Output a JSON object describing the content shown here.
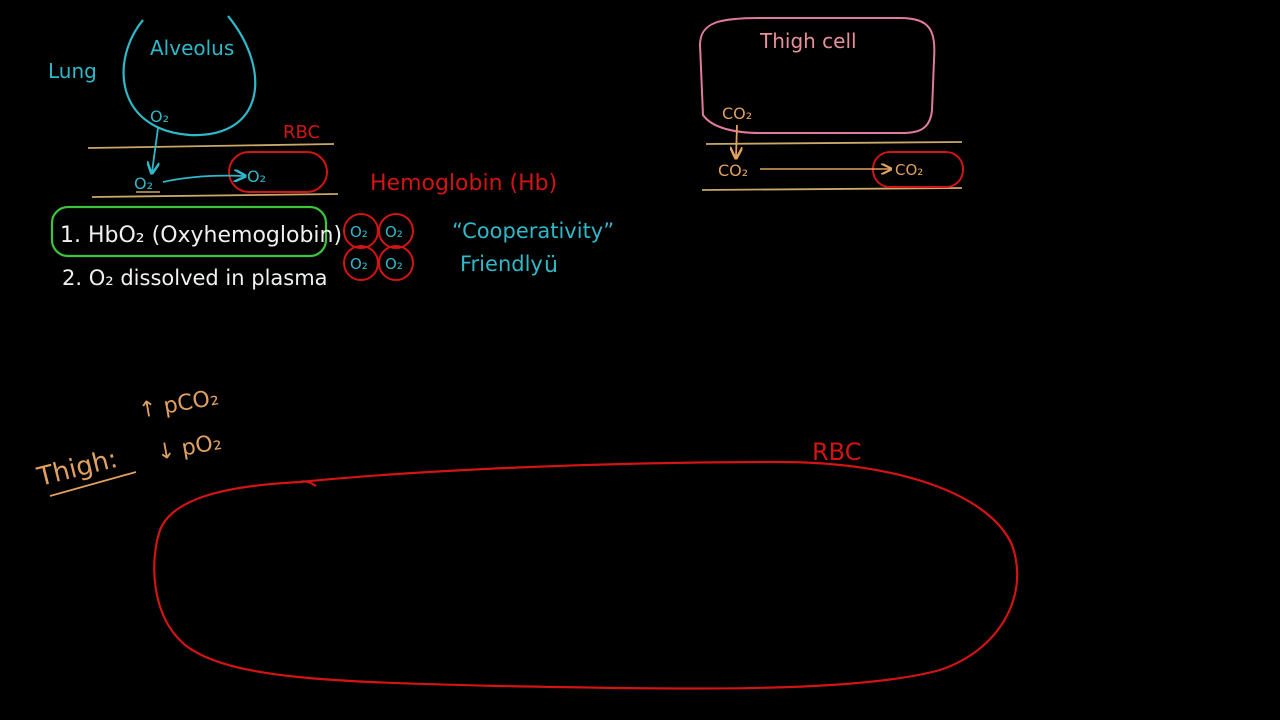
{
  "colors": {
    "background": "#000000",
    "cyan": "#2fb8c8",
    "red": "#d21414",
    "orange": "#e0a060",
    "tan": "#c9a86a",
    "green": "#3cc43c",
    "white": "#f0f0f0",
    "pink": "#e07aa0",
    "salmon": "#e8909a"
  },
  "lung": {
    "label": "Lung",
    "alveolus_label": "Alveolus",
    "o2_alveolus": "O₂",
    "o2_plasma": "O₂",
    "o2_rbc": "O₂",
    "rbc_label": "RBC"
  },
  "hemoglobin": {
    "title": "Hemoglobin (Hb)",
    "units": [
      "O₂",
      "O₂",
      "O₂",
      "O₂"
    ],
    "cooperativity": "“Cooperativity”",
    "friendly": "Friendly",
    "smiley": "ü"
  },
  "transport": {
    "item1": "1. HbO₂ (Oxyhemoglobin)",
    "item2": "2. O₂ dissolved in plasma"
  },
  "thigh_cell": {
    "label": "Thigh cell",
    "co2_cell": "CO₂",
    "co2_plasma": "CO₂",
    "co2_rbc": "CO₂"
  },
  "thigh": {
    "label": "Thigh:",
    "pco2": "↑ pCO₂",
    "po2": "↓ pO₂"
  },
  "big_rbc": {
    "label": "RBC"
  }
}
